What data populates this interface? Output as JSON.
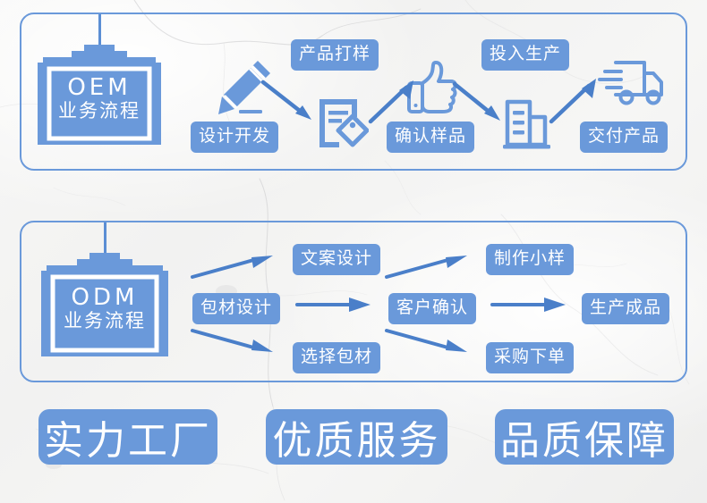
{
  "theme": {
    "blue": "#6a99da",
    "blue_dark": "#5b8ed4",
    "white": "#ffffff",
    "bg": "#f4f4f2"
  },
  "oem_section": {
    "sign": {
      "en": "OEM",
      "cn": "业务流程"
    },
    "steps": [
      {
        "label": "设计开发",
        "icon": "pencil-icon"
      },
      {
        "label": "产品打样",
        "icon": "document-tag-icon"
      },
      {
        "label": "确认样品",
        "icon": "thumbs-up-icon"
      },
      {
        "label": "投入生产",
        "icon": "factory-building-icon"
      },
      {
        "label": "交付产品",
        "icon": "delivery-truck-icon"
      }
    ]
  },
  "odm_section": {
    "sign": {
      "en": "ODM",
      "cn": "业务流程"
    },
    "steps": [
      {
        "label": "包材设计"
      },
      {
        "label": "文案设计"
      },
      {
        "label": "选择包材"
      },
      {
        "label": "客户确认"
      },
      {
        "label": "制作小样"
      },
      {
        "label": "采购下单"
      },
      {
        "label": "生产成品"
      }
    ]
  },
  "badges": [
    {
      "label": "实力工厂"
    },
    {
      "label": "优质服务"
    },
    {
      "label": "品质保障"
    }
  ]
}
